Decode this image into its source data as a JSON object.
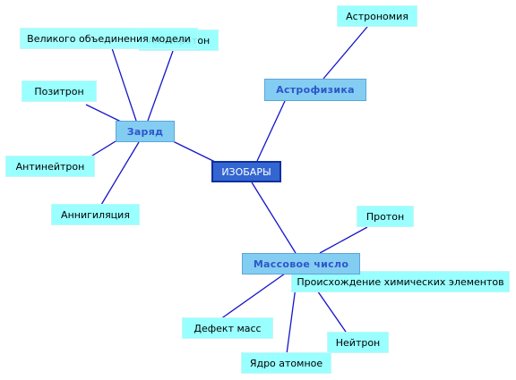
{
  "center": {
    "label": "ИЗОБАРЫ"
  },
  "hubs": {
    "charge": {
      "label": "Заряд"
    },
    "astro": {
      "label": "Астрофизика"
    },
    "mass": {
      "label": "Массовое число"
    }
  },
  "leaves": {
    "grand_unification": "Великого объединения модели",
    "antiproton": "Антипротон",
    "positron": "Позитрон",
    "antineutron": "Антинейтрон",
    "annihilation": "Аннигиляция",
    "astronomy": "Астрономия",
    "proton": "Протон",
    "element_origin": "Происхождение химических элементов",
    "mass_defect": "Дефект масс",
    "neutron": "Нейтрон",
    "atomic_nucleus": "Ядро атомное"
  },
  "colors": {
    "edge": "#1515c8",
    "leaf_fill": "#99ffff",
    "hub_fill": "#84cdf2",
    "hub_text": "#2d56c9",
    "center_fill": "#3366d0"
  }
}
